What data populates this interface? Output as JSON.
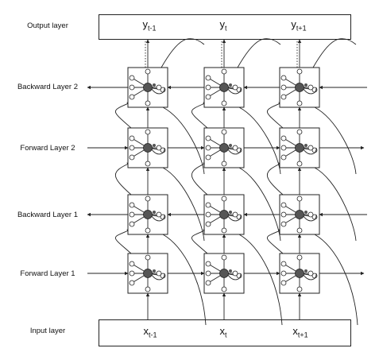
{
  "layers": {
    "output": "Output layer",
    "backward2": "Backward Layer 2",
    "forward2": "Forward Layer 2",
    "backward1": "Backward Layer 1",
    "forward1": "Forward Layer 1",
    "input": "Input layer"
  },
  "outputs": [
    {
      "base": "y",
      "sub": "t-1"
    },
    {
      "base": "y",
      "sub": "t"
    },
    {
      "base": "y",
      "sub": "t+1"
    }
  ],
  "inputs": [
    {
      "base": "x",
      "sub": "t-1"
    },
    {
      "base": "x",
      "sub": "t"
    },
    {
      "base": "x",
      "sub": "t+1"
    }
  ],
  "colors": {
    "stroke": "#222222",
    "cell_fill": "#ffffff",
    "node_fill": "#555555"
  }
}
